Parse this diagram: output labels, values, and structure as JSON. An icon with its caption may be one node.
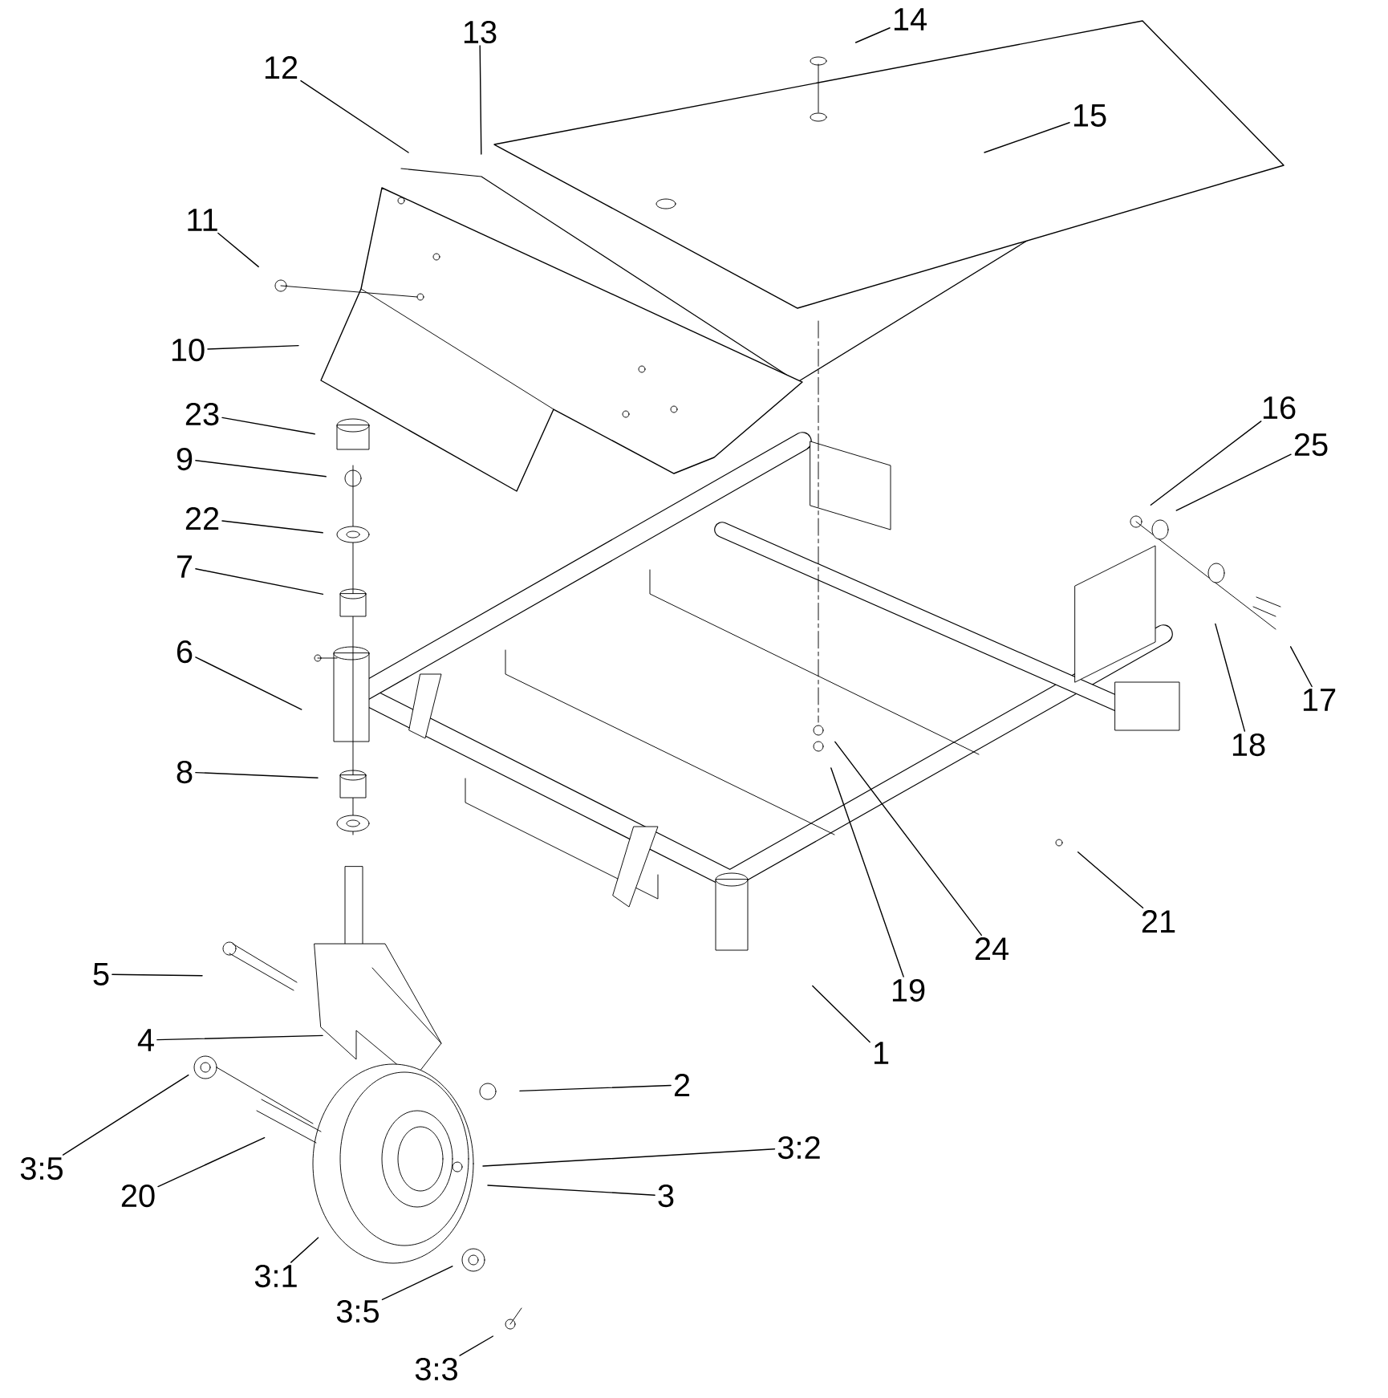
{
  "diagram": {
    "nodes": [
      {
        "text": [
          "14"
        ]
      },
      {
        "text": [
          "13"
        ]
      },
      {
        "text": [
          "12"
        ]
      },
      {
        "text": [
          "15"
        ]
      },
      {
        "text": [
          "11"
        ]
      },
      {
        "text": [
          "10"
        ]
      },
      {
        "text": [
          "23"
        ]
      },
      {
        "text": [
          "9"
        ]
      },
      {
        "text": [
          "22"
        ]
      },
      {
        "text": [
          "7"
        ]
      },
      {
        "text": [
          "6"
        ]
      },
      {
        "text": [
          "8"
        ]
      },
      {
        "text": [
          "16"
        ]
      },
      {
        "text": [
          "25"
        ]
      },
      {
        "text": [
          "17"
        ]
      },
      {
        "text": [
          "18"
        ]
      },
      {
        "text": [
          "21"
        ]
      },
      {
        "text": [
          "24"
        ]
      },
      {
        "text": [
          "19"
        ]
      },
      {
        "text": [
          "5"
        ]
      },
      {
        "text": [
          "4"
        ]
      },
      {
        "text": [
          "1"
        ]
      },
      {
        "text": [
          "2"
        ]
      },
      {
        "text": [
          "3:2"
        ]
      },
      {
        "text": [
          "3:5"
        ]
      },
      {
        "text": [
          "20"
        ]
      },
      {
        "text": [
          "3"
        ]
      },
      {
        "text": [
          "3:1"
        ]
      },
      {
        "text": [
          "3:5"
        ]
      },
      {
        "text": [
          "3:3"
        ]
      }
    ],
    "edges": [
      {
        "from": 0,
        "to": null,
        "arrow": "none"
      },
      {
        "from": 1,
        "to": null,
        "arrow": "none"
      },
      {
        "from": 2,
        "to": null,
        "arrow": "none"
      },
      {
        "from": 3,
        "to": null,
        "arrow": "none"
      },
      {
        "from": 4,
        "to": null,
        "arrow": "none"
      },
      {
        "from": 5,
        "to": null,
        "arrow": "none"
      },
      {
        "from": 6,
        "to": null,
        "arrow": "none"
      },
      {
        "from": 7,
        "to": null,
        "arrow": "none"
      },
      {
        "from": 8,
        "to": null,
        "arrow": "none"
      },
      {
        "from": 9,
        "to": null,
        "arrow": "none"
      },
      {
        "from": 10,
        "to": null,
        "arrow": "none"
      },
      {
        "from": 11,
        "to": null,
        "arrow": "none"
      },
      {
        "from": 12,
        "to": null,
        "arrow": "none"
      },
      {
        "from": 13,
        "to": null,
        "arrow": "none"
      },
      {
        "from": 14,
        "to": null,
        "arrow": "none"
      },
      {
        "from": 15,
        "to": null,
        "arrow": "none"
      },
      {
        "from": 16,
        "to": null,
        "arrow": "none"
      },
      {
        "from": 17,
        "to": null,
        "arrow": "none"
      },
      {
        "from": 18,
        "to": null,
        "arrow": "none"
      },
      {
        "from": 19,
        "to": null,
        "arrow": "none"
      },
      {
        "from": 20,
        "to": null,
        "arrow": "none"
      },
      {
        "from": 21,
        "to": null,
        "arrow": "none"
      },
      {
        "from": 22,
        "to": null,
        "arrow": "none"
      },
      {
        "from": 23,
        "to": null,
        "arrow": "none"
      },
      {
        "from": 24,
        "to": null,
        "arrow": "none"
      },
      {
        "from": 25,
        "to": null,
        "arrow": "none"
      },
      {
        "from": 26,
        "to": null,
        "arrow": "none"
      },
      {
        "from": 27,
        "to": null,
        "arrow": "none"
      },
      {
        "from": 28,
        "to": null,
        "arrow": "none"
      },
      {
        "from": 29,
        "to": null,
        "arrow": "none"
      }
    ]
  }
}
